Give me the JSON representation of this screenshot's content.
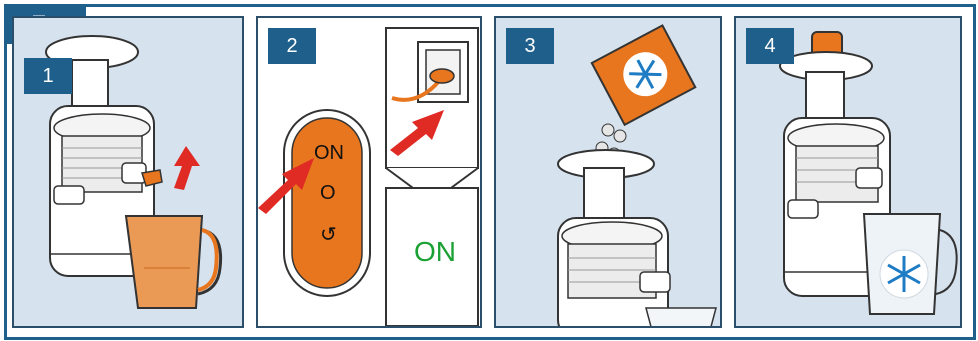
{
  "section": {
    "label": "E"
  },
  "steps": [
    {
      "number": "1"
    },
    {
      "number": "2"
    },
    {
      "number": "3"
    },
    {
      "number": "4"
    }
  ],
  "control": {
    "on_label": "ON",
    "off_symbol": "O",
    "reverse_symbol": "↺"
  },
  "power_indicator": {
    "label": "ON"
  },
  "colors": {
    "accent_blue": "#1f5f8b",
    "panel_bg": "#d6e3ef",
    "orange": "#e8761e",
    "red_arrow": "#e02a24",
    "green_on": "#1aa033",
    "snowflake_bg": "#ffffff",
    "snowflake": "#1d7cc4"
  },
  "icons": [
    "juicer",
    "jug",
    "arrow-up",
    "arrow-right",
    "power-plug",
    "wall-socket",
    "frozen-food-box",
    "snowflake",
    "food-pusher"
  ]
}
